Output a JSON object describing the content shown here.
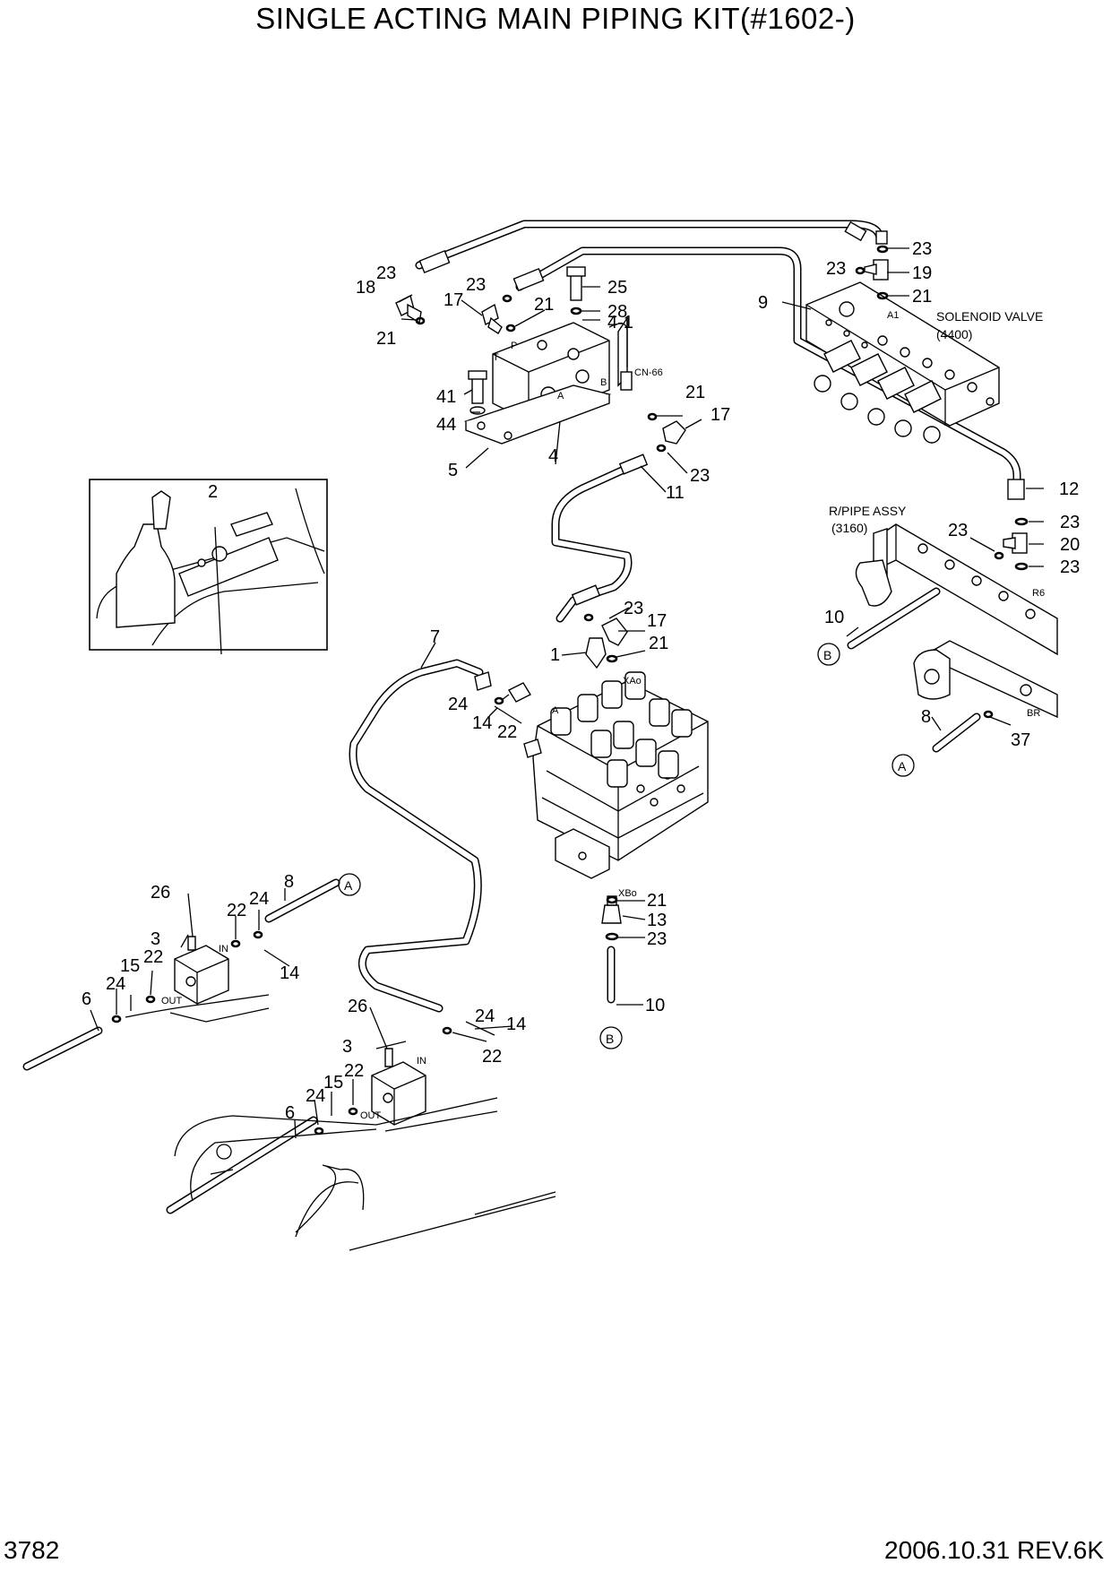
{
  "title": "SINGLE  ACTING MAIN PIPING KIT(#1602-)",
  "page_number": "3782",
  "revision": "2006.10.31  REV.6K",
  "diagram_text": {
    "solenoid_line1": "SOLENOID VALVE",
    "solenoid_line2": "(4400)",
    "rpipe_line1": "R/PIPE ASSY",
    "rpipe_line2": "(3160)",
    "cn66": "CN-66",
    "port_a1": "A1",
    "port_r6": "R6",
    "port_br": "BR",
    "port_xao": "XAo",
    "port_xbo": "XBo",
    "port_a": "A",
    "port_b": "B",
    "port_p": "P",
    "port_t": "T",
    "port_in": "IN",
    "port_out": "OUT"
  },
  "callouts": {
    "c1": "1",
    "c2": "2",
    "c3": "3",
    "c4": "4",
    "c4_1": "4-1",
    "c5": "5",
    "c6": "6",
    "c7": "7",
    "c8": "8",
    "c9": "9",
    "c10": "10",
    "c11": "11",
    "c12": "12",
    "c13": "13",
    "c14": "14",
    "c15": "15",
    "c17": "17",
    "c18": "18",
    "c19": "19",
    "c20": "20",
    "c21": "21",
    "c22": "22",
    "c23": "23",
    "c24": "24",
    "c25": "25",
    "c26": "26",
    "c28": "28",
    "c37": "37",
    "c41": "41",
    "c44": "44"
  },
  "ref_marks": {
    "a": "A",
    "b": "B"
  }
}
